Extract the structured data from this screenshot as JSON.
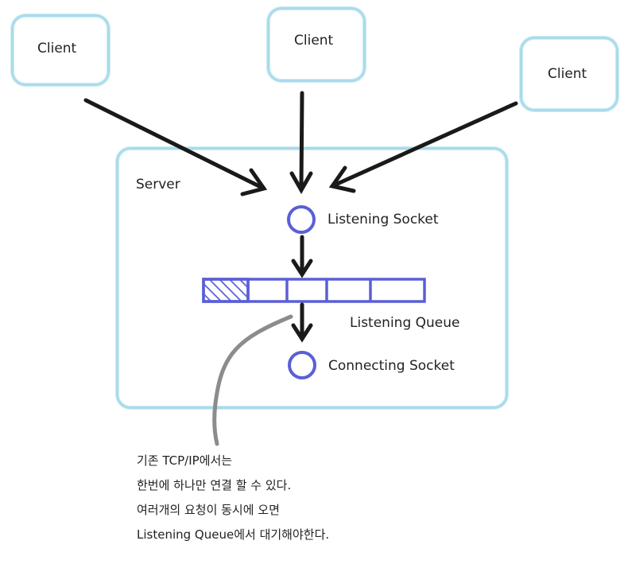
{
  "clients": [
    {
      "label": "Client"
    },
    {
      "label": "Client"
    },
    {
      "label": "Client"
    }
  ],
  "server": {
    "label": "Server",
    "listening_socket": "Listening Socket",
    "listening_queue": "Listening Queue",
    "connecting_socket": "Connecting Socket"
  },
  "note": {
    "lines": [
      "기존 TCP/IP에서는",
      "한번에 하나만 연결 할 수 있다.",
      "여러개의 요청이 동시에 오면",
      "Listening Queue에서 대기해야한다."
    ]
  },
  "colors": {
    "box_border": "#a9dbeb",
    "socket": "#5a5fd6",
    "arrow": "#1a1a1a",
    "callout": "#8c8c8c"
  }
}
